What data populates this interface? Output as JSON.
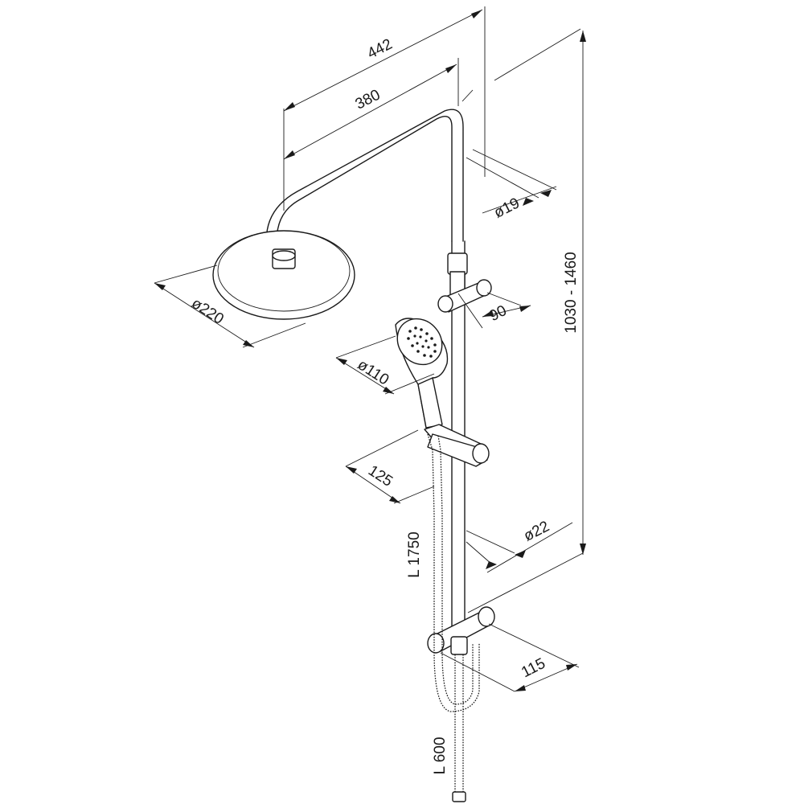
{
  "dimensions": {
    "arm_length_outer": "442",
    "arm_length_inner": "380",
    "pipe_upper_diameter": "ø19",
    "head_diameter": "ø220",
    "holder_offset": "90",
    "column_height": "1030 - 1460",
    "hand_shower_diameter": "ø110",
    "slider_offset": "125",
    "pipe_lower_diameter": "ø22",
    "hose_length": "L 1750",
    "lower_holder_offset": "115",
    "lower_hose_length": "L 600"
  }
}
